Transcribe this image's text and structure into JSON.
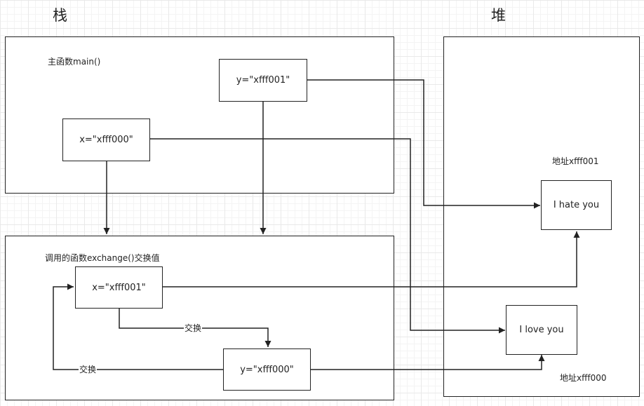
{
  "headings": {
    "stack": "栈",
    "heap": "堆"
  },
  "main_frame": {
    "label": "主函数main()",
    "var_x": "x=\"xfff000\"",
    "var_y": "y=\"xfff001\""
  },
  "exchange_frame": {
    "label": "调用的函数exchange()交换值",
    "var_x": "x=\"xfff001\"",
    "var_y": "y=\"xfff000\"",
    "swap_label_1": "交换",
    "swap_label_2": "交换"
  },
  "heap": {
    "obj_hate": {
      "address_label": "地址xfff001",
      "value": "I hate you"
    },
    "obj_love": {
      "address_label": "地址xfff000",
      "value": "I love you"
    }
  }
}
